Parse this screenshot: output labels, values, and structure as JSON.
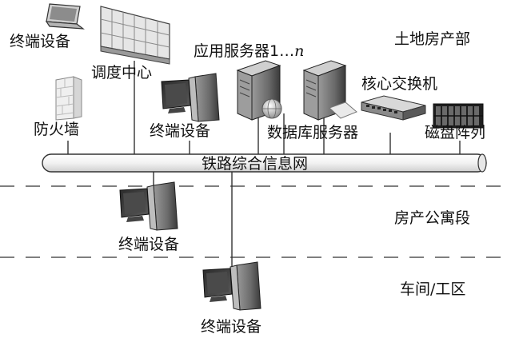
{
  "zones": {
    "land_housing_dept": "土地房产部",
    "housing_section": "房产公寓段",
    "workshop": "车间/工区"
  },
  "backbone_label": "铁路综合信息网",
  "nodes": {
    "laptop_terminal": "终端设备",
    "dispatch_center": "调度中心",
    "firewall": "防火墙",
    "terminal_dept": "终端设备",
    "app_servers": "应用服务器1…",
    "app_servers_n": "n",
    "database_server": "数据库服务器",
    "core_switch": "核心交换机",
    "disk_array": "磁盘阵列",
    "terminal_section": "终端设备",
    "terminal_workshop": "终端设备"
  },
  "colors": {
    "line": "#333333",
    "dash": "#555555",
    "device_dark": "#3a3a3a",
    "device_mid": "#7a7a7a",
    "device_light": "#c8c8c8"
  },
  "icons": [
    "laptop-icon",
    "video-wall-icon",
    "firewall-icon",
    "desktop-computer-icon",
    "server-tower-icon",
    "globe-icon",
    "network-switch-icon",
    "disk-array-icon"
  ]
}
